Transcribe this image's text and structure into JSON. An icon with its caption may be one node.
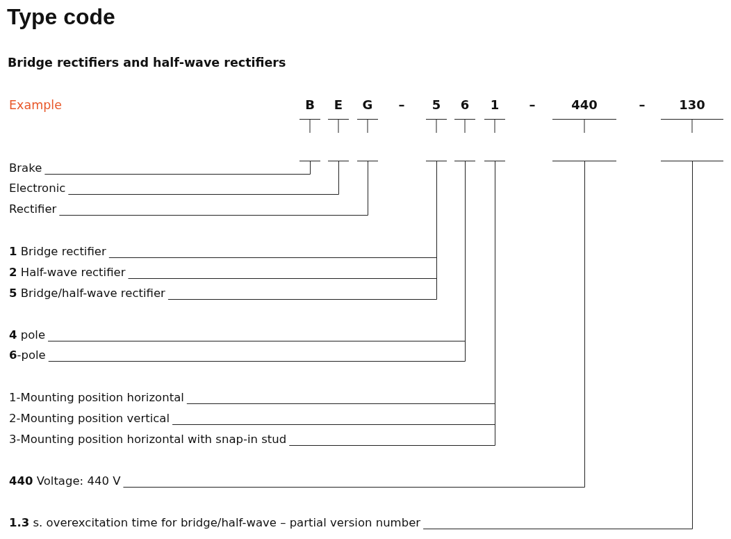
{
  "diagram": {
    "title": "Type code",
    "nodes": [
      {
        "text": [
          "B"
        ]
      },
      {
        "text": [
          "E"
        ]
      },
      {
        "text": [
          "G"
        ]
      },
      {
        "text": [
          "5"
        ]
      },
      {
        "text": [
          "6"
        ]
      },
      {
        "text": [
          "1"
        ]
      },
      {
        "text": [
          "440"
        ]
      },
      {
        "text": [
          "130"
        ]
      },
      {
        "text": [
          "Brake"
        ]
      },
      {
        "text": [
          "Electronic"
        ]
      },
      {
        "text": [
          "Rectifier"
        ]
      },
      {
        "text": [
          "**1** Bridge rectifier"
        ]
      },
      {
        "text": [
          "**2** Half-wave rectifier"
        ]
      },
      {
        "text": [
          "**5** Bridge/half-wave rectifier"
        ]
      },
      {
        "text": [
          "**4** pole"
        ]
      },
      {
        "text": [
          "**6**-pole"
        ]
      },
      {
        "text": [
          "1-Mounting position horizontal"
        ]
      },
      {
        "text": [
          "2-Mounting position vertical"
        ]
      },
      {
        "text": [
          "3-Mounting position horizontal with snap-in stud"
        ]
      },
      {
        "text": [
          "**440** Voltage: 440 V"
        ]
      },
      {
        "text": [
          "**1.3** s. overexcitation time for bridge/half-wave – partial version number"
        ]
      }
    ],
    "edges": [
      {
        "from": 8,
        "to": 0,
        "arrow": "none"
      },
      {
        "from": 9,
        "to": 1,
        "arrow": "none"
      },
      {
        "from": 10,
        "to": 2,
        "arrow": "none"
      },
      {
        "from": 11,
        "to": 3,
        "arrow": "none"
      },
      {
        "from": 12,
        "to": 3,
        "arrow": "none"
      },
      {
        "from": 13,
        "to": 3,
        "arrow": "none"
      },
      {
        "from": 14,
        "to": 4,
        "arrow": "none"
      },
      {
        "from": 15,
        "to": 4,
        "arrow": "none"
      },
      {
        "from": 16,
        "to": 5,
        "arrow": "none"
      },
      {
        "from": 17,
        "to": 5,
        "arrow": "none"
      },
      {
        "from": 18,
        "to": 5,
        "arrow": "none"
      },
      {
        "from": 19,
        "to": 6,
        "arrow": "none"
      },
      {
        "from": 20,
        "to": 7,
        "arrow": "none"
      }
    ],
    "labels": [
      "Bridge rectifiers and half-wave rectifiers",
      "Example",
      "–",
      "–",
      "–"
    ]
  }
}
